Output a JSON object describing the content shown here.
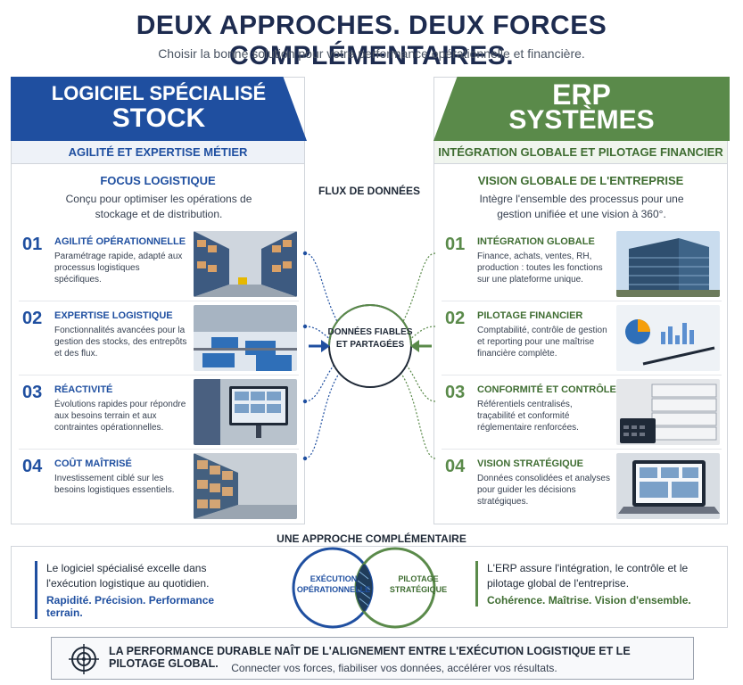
{
  "header": {
    "title": "DEUX APPROCHES. DEUX FORCES COMPLÉMENTAIRES.",
    "subtitle": "Choisir la bonne solution pour votre performance opérationnelle et financière."
  },
  "left": {
    "line1": "LOGICIEL SPÉCIALISÉ",
    "line2": "STOCK",
    "band": "AGILITÉ ET EXPERTISE MÉTIER",
    "focus_title": "FOCUS LOGISTIQUE",
    "focus_desc": "Conçu pour optimiser les opérations de stockage et de distribution.",
    "items": [
      {
        "num": "01",
        "title": "AGILITÉ OPÉRATIONNELLE",
        "desc": "Paramétrage rapide, adapté aux processus logistiques spécifiques."
      },
      {
        "num": "02",
        "title": "EXPERTISE LOGISTIQUE",
        "desc": "Fonctionnalités avancées pour la gestion des stocks, des entrepôts et des flux."
      },
      {
        "num": "03",
        "title": "RÉACTIVITÉ",
        "desc": "Évolutions rapides pour répondre aux besoins terrain et aux contraintes opérationnelles."
      },
      {
        "num": "04",
        "title": "COÛT MAÎTRISÉ",
        "desc": "Investissement ciblé sur les besoins logistiques essentiels."
      }
    ]
  },
  "right": {
    "line1": "ERP",
    "line2": "SYSTÈMES",
    "band": "INTÉGRATION GLOBALE ET PILOTAGE FINANCIER",
    "focus_title": "VISION GLOBALE DE L'ENTREPRISE",
    "focus_desc": "Intègre l'ensemble des processus pour une gestion unifiée et une vision à 360°.",
    "items": [
      {
        "num": "01",
        "title": "INTÉGRATION GLOBALE",
        "desc": "Finance, achats, ventes, RH, production : toutes les fonctions sur une plateforme unique."
      },
      {
        "num": "02",
        "title": "PILOTAGE FINANCIER",
        "desc": "Comptabilité, contrôle de gestion et reporting pour une maîtrise financière complète."
      },
      {
        "num": "03",
        "title": "CONFORMITÉ ET CONTRÔLE",
        "desc": "Référentiels centralisés, traçabilité et conformité réglementaire renforcées."
      },
      {
        "num": "04",
        "title": "VISION STRATÉGIQUE",
        "desc": "Données consolidées et analyses pour guider les décisions stratégiques."
      }
    ]
  },
  "center": {
    "flux": "FLUX DE DONNÉES",
    "circle": "DONNÉES FIABLES ET PARTAGÉES"
  },
  "complementary": {
    "title": "UNE APPROCHE COMPLÉMENTAIRE",
    "left_text": "Le logiciel spécialisé excelle dans l'exécution logistique au quotidien.",
    "left_strong": "Rapidité. Précision. Performance terrain.",
    "venn_left": "EXÉCUTION OPÉRATIONNELLE",
    "venn_right": "PILOTAGE STRATÉGIQUE",
    "right_text": "L'ERP assure l'intégration, le contrôle et le pilotage global de l'entreprise.",
    "right_strong": "Cohérence. Maîtrise. Vision d'ensemble."
  },
  "banner": {
    "title": "LA PERFORMANCE DURABLE NAÎT DE L'ALIGNEMENT ENTRE L'EXÉCUTION LOGISTIQUE ET LE PILOTAGE GLOBAL.",
    "subtitle": "Connecter vos forces, fiabiliser vos données, accélérer vos résultats."
  },
  "colors": {
    "blue": "#1f4fa0",
    "green": "#5a8a4a",
    "navy": "#1d2b4f"
  }
}
